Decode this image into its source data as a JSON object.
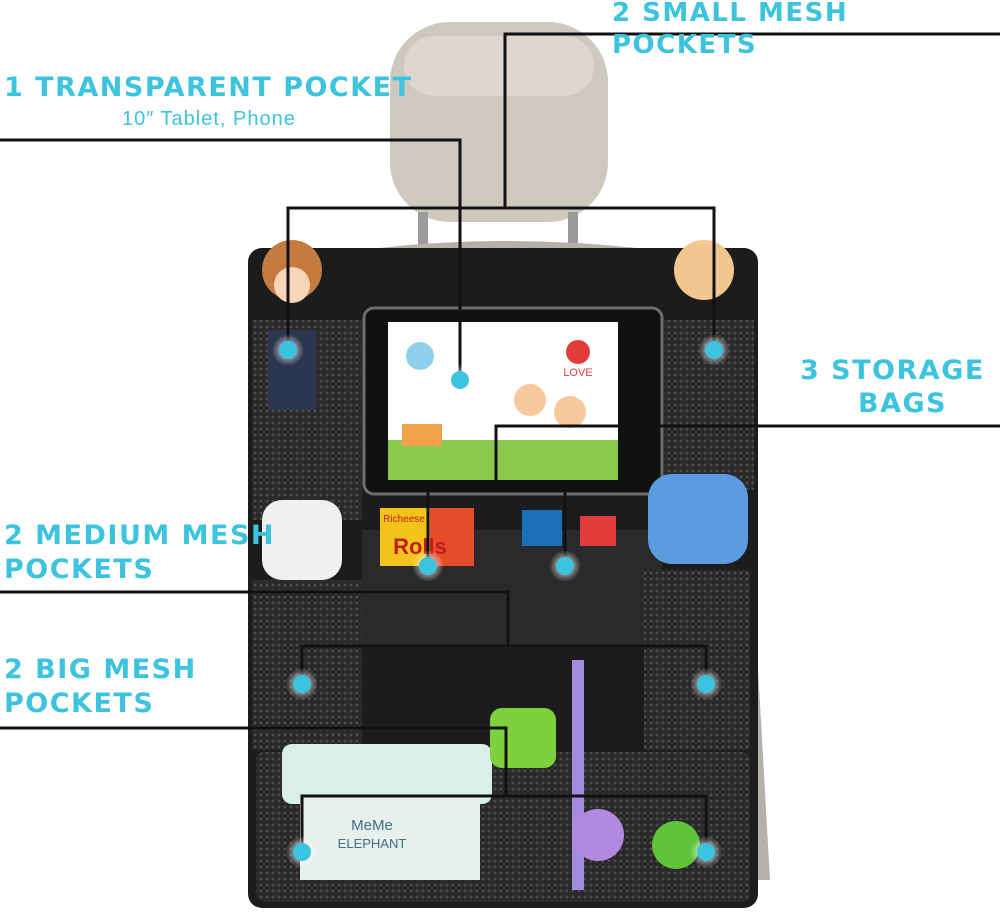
{
  "labels": {
    "small_mesh": "2 SMALL MESH POCKETS",
    "transparent": "1 TRANSPARENT POCKET",
    "transparent_sub": "10″ Tablet, Phone",
    "storage_line1": "3 STORAGE",
    "storage_line2": "BAGS",
    "medium_line1": "2 MEDIUM MESH",
    "medium_line2": "POCKETS",
    "big_line1": "2 BIG MESH",
    "big_line2": "POCKETS"
  },
  "product_text": {
    "snack_brand": "Richeese",
    "snack_name": "Rolls",
    "wipes_line1": "MeMe",
    "wipes_line2": "ELEPHANT",
    "tablet_sign": "LOVE"
  },
  "colors": {
    "accent": "#3cc3dd",
    "organizer": "#1c1c1c",
    "line": "#111111",
    "headrest": "#cfc8bf"
  },
  "icons": [
    "hotspot-dot"
  ]
}
